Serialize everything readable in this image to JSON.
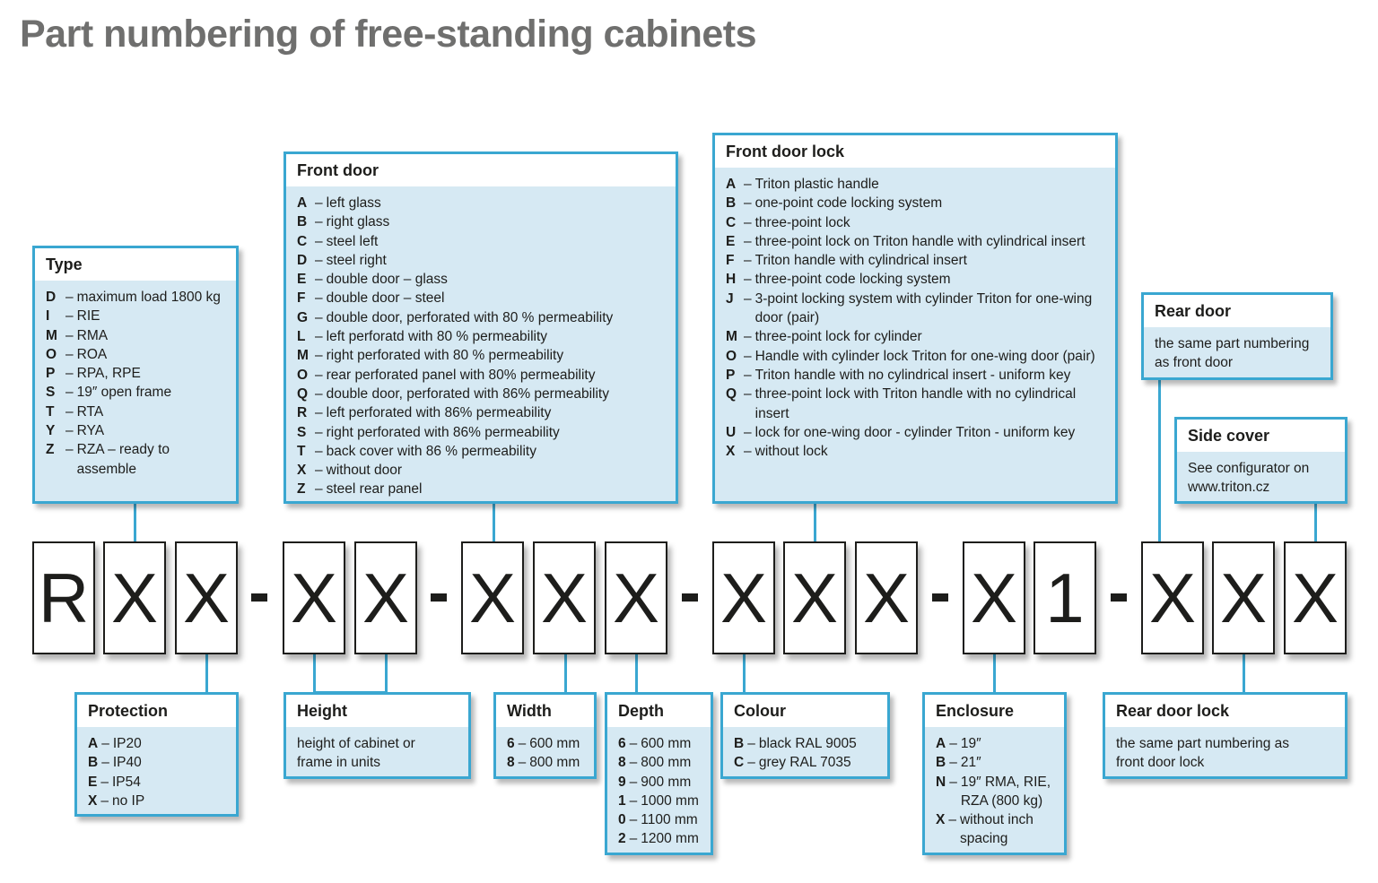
{
  "title": "Part numbering of free-standing cabinets",
  "part_number": {
    "cells": [
      "R",
      "X",
      "X",
      "X",
      "X",
      "X",
      "X",
      "X",
      "X",
      "X",
      "X",
      "X",
      "1",
      "X",
      "X",
      "X"
    ],
    "separator": "-"
  },
  "boxes": {
    "type": {
      "title": "Type",
      "items": [
        {
          "key": "D",
          "value": "maximum load 1800 kg"
        },
        {
          "key": "I",
          "value": "RIE"
        },
        {
          "key": "M",
          "value": "RMA"
        },
        {
          "key": "O",
          "value": "ROA"
        },
        {
          "key": "P",
          "value": "RPA, RPE"
        },
        {
          "key": "S",
          "value": "19″ open frame"
        },
        {
          "key": "T",
          "value": "RTA"
        },
        {
          "key": "Y",
          "value": "RYA"
        },
        {
          "key": "Z",
          "value": "RZA – ready to assemble"
        }
      ]
    },
    "front_door": {
      "title": "Front door",
      "items": [
        {
          "key": "A",
          "value": "left glass"
        },
        {
          "key": "B",
          "value": "right glass"
        },
        {
          "key": "C",
          "value": "steel left"
        },
        {
          "key": "D",
          "value": "steel right"
        },
        {
          "key": "E",
          "value": "double door – glass"
        },
        {
          "key": "F",
          "value": "double door – steel"
        },
        {
          "key": "G",
          "value": "double door, perforated with 80 % permeability"
        },
        {
          "key": "L",
          "value": "left perforatd with 80 % permeability"
        },
        {
          "key": "M",
          "value": "right perforated with 80 % permeability"
        },
        {
          "key": "O",
          "value": "rear perforated panel with 80% permeability"
        },
        {
          "key": "Q",
          "value": "double door, perforated with 86% permeability"
        },
        {
          "key": "R",
          "value": "left perforated with 86% permeability"
        },
        {
          "key": "S",
          "value": "right perforated with 86% permeability"
        },
        {
          "key": "T",
          "value": "back cover with 86 % permeability"
        },
        {
          "key": "X",
          "value": "without door"
        },
        {
          "key": "Z",
          "value": "steel rear panel"
        }
      ]
    },
    "front_door_lock": {
      "title": "Front door lock",
      "items": [
        {
          "key": "A",
          "value": "Triton plastic handle"
        },
        {
          "key": "B",
          "value": "one-point code locking system"
        },
        {
          "key": "C",
          "value": "three-point lock"
        },
        {
          "key": "E",
          "value": "three-point lock on Triton handle with cylindrical insert"
        },
        {
          "key": "F",
          "value": "Triton handle with cylindrical insert"
        },
        {
          "key": "H",
          "value": "three-point code locking system"
        },
        {
          "key": "J",
          "value": "3-point locking system with cylinder Triton for one-wing door (pair)"
        },
        {
          "key": "M",
          "value": "three-point lock for cylinder"
        },
        {
          "key": "O",
          "value": "Handle with cylinder lock Triton for one-wing door (pair)"
        },
        {
          "key": "P",
          "value": "Triton handle with no cylindrical insert - uniform key"
        },
        {
          "key": "Q",
          "value": "three-point lock with Triton handle with no cylindrical insert"
        },
        {
          "key": "U",
          "value": "lock for one-wing door - cylinder Triton - uniform key"
        },
        {
          "key": "X",
          "value": "without lock"
        }
      ]
    },
    "rear_door": {
      "title": "Rear door",
      "text": "the same part numbering as front door"
    },
    "side_cover": {
      "title": "Side cover",
      "text": "See configurator on www.triton.cz"
    },
    "protection": {
      "title": "Protection",
      "items": [
        {
          "key": "A",
          "value": "IP20"
        },
        {
          "key": "B",
          "value": "IP40"
        },
        {
          "key": "E",
          "value": "IP54"
        },
        {
          "key": "X",
          "value": "no IP"
        }
      ]
    },
    "height": {
      "title": "Height",
      "text": "height of cabinet or frame in units"
    },
    "width": {
      "title": "Width",
      "items": [
        {
          "key": "6",
          "value": "600 mm"
        },
        {
          "key": "8",
          "value": "800 mm"
        }
      ]
    },
    "depth": {
      "title": "Depth",
      "items": [
        {
          "key": "6",
          "value": "600 mm"
        },
        {
          "key": "8",
          "value": "800 mm"
        },
        {
          "key": "9",
          "value": "900 mm"
        },
        {
          "key": "1",
          "value": "1000 mm"
        },
        {
          "key": "0",
          "value": "1100 mm"
        },
        {
          "key": "2",
          "value": "1200 mm"
        }
      ]
    },
    "colour": {
      "title": "Colour",
      "items": [
        {
          "key": "B",
          "value": "black RAL 9005"
        },
        {
          "key": "C",
          "value": "grey RAL 7035"
        }
      ]
    },
    "enclosure": {
      "title": "Enclosure",
      "items": [
        {
          "key": "A",
          "value": "19″"
        },
        {
          "key": "B",
          "value": "21″"
        },
        {
          "key": "N",
          "value": "19″ RMA, RIE, RZA (800 kg)"
        },
        {
          "key": "X",
          "value": "without inch spacing"
        }
      ]
    },
    "rear_door_lock": {
      "title": "Rear door lock",
      "text": "the same part numbering as front door lock"
    }
  },
  "colors": {
    "accent_border": "#3aa7d1",
    "box_fill": "#d6e9f3",
    "title_grey": "#6f6f6e"
  }
}
